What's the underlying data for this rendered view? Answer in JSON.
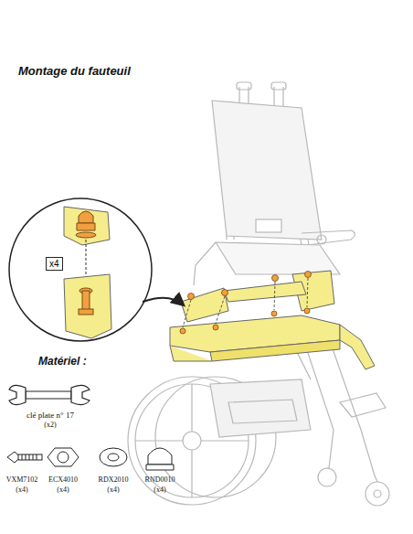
{
  "diagram": {
    "title": "Montage du fauteuil",
    "nodes": [
      {
        "text": [
          "x4"
        ]
      }
    ],
    "labels": [
      "Matériel :",
      "clé plate n° 17",
      "(x2)",
      "VXM7102",
      "(x4)",
      "ECX4010",
      "(x4)",
      "RDX2010",
      "(x4)",
      "RND0010",
      "(x4)"
    ]
  }
}
